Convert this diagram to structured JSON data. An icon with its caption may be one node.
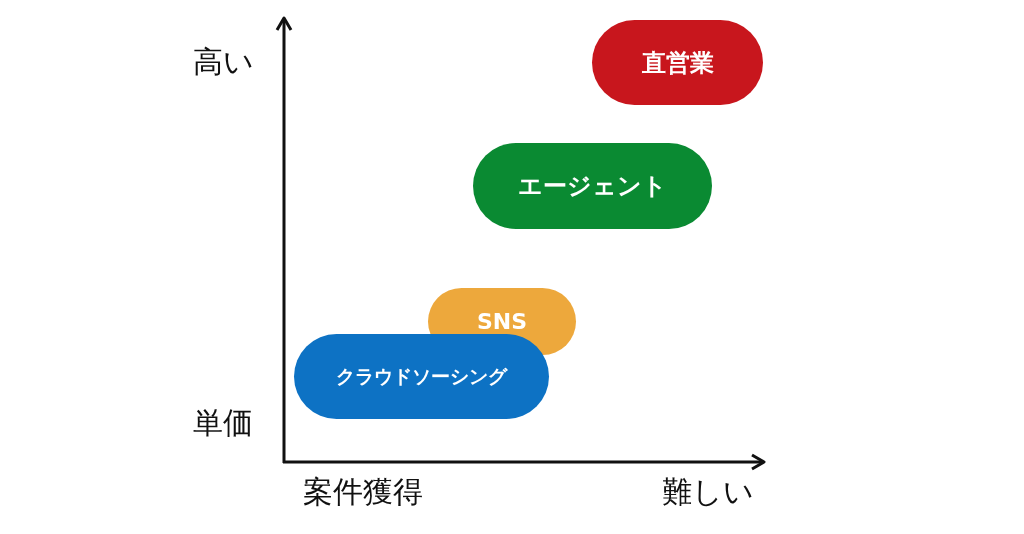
{
  "diagram": {
    "nodes": [
      {
        "text": [
          "直営業"
        ]
      },
      {
        "text": [
          "エージェント"
        ]
      },
      {
        "text": [
          "SNS"
        ]
      },
      {
        "text": [
          "クラウドソーシング"
        ]
      }
    ],
    "labels": [
      "高い",
      "単価",
      "案件獲得",
      "難しい"
    ]
  }
}
